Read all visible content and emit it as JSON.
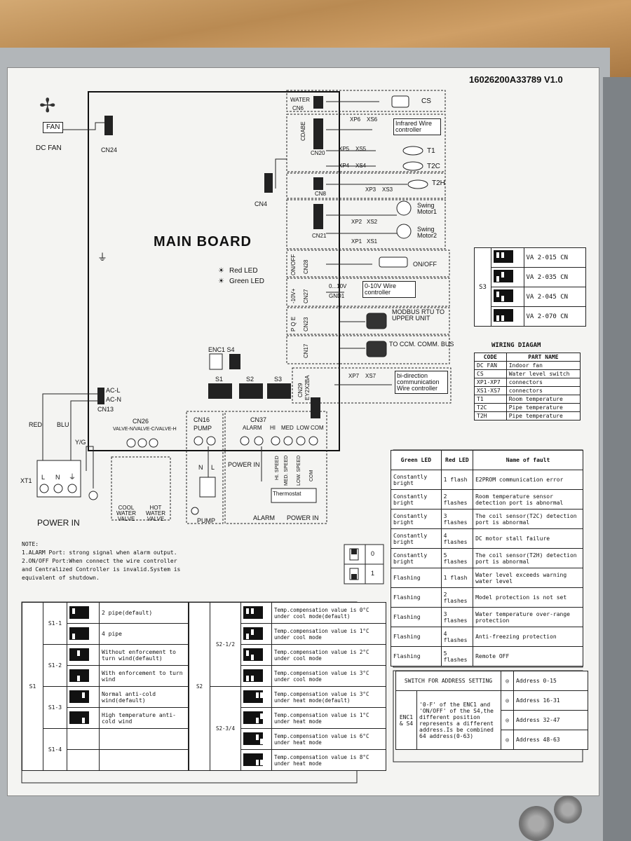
{
  "part_number": "16026200A33789 V1.0",
  "main_board": "MAIN BOARD",
  "fan": {
    "label": "FAN",
    "name": "DC FAN",
    "connector": "CN24"
  },
  "cn4": "CN4",
  "cn13": {
    "name": "CN13",
    "pins": [
      "AC-L",
      "AC-N"
    ]
  },
  "leds": [
    "Red LED",
    "Green LED"
  ],
  "enc_s4": "ENC1 S4",
  "switch_labels": [
    "S1",
    "S2",
    "S3"
  ],
  "right_connectors": {
    "cn6": {
      "label": "WATER",
      "name": "CN6",
      "target": "CS"
    },
    "cn20": {
      "vertical": "CDABE",
      "name": "CN20",
      "xp": "XP6",
      "xs": "XS6",
      "target": "Infrared Wire controller"
    },
    "t1": {
      "xp": "XP5",
      "xs": "XS5",
      "target": "T1"
    },
    "t2c": {
      "xp": "XP4",
      "xs": "XS4",
      "target": "T2C"
    },
    "cn8": {
      "name": "CN8",
      "xp": "XP3",
      "xs": "XS3",
      "target": "T2H"
    },
    "cn21": {
      "name": "CN21",
      "m1": "Swing Motor1",
      "m2": "Swing Motor2",
      "xp2": "XP2",
      "xs2": "XS2",
      "xp1": "XP1",
      "xs1": "XS1"
    },
    "cn28": {
      "vertical": "ON/OFF",
      "name": "CN28",
      "target": "ON/OFF"
    },
    "cn27": {
      "vertical": "-10V+",
      "name": "CN27",
      "range": "0...10V",
      "gnd": "GND1",
      "target": "0-10V Wire controller"
    },
    "cn23": {
      "vertical": "P Q E",
      "name": "CN23",
      "target": "MODBUS RTU TO UPPER UNIT"
    },
    "cn17": {
      "name": "CN17",
      "target": "TO CCM. COMM. BUS"
    },
    "cn29": {
      "vertical": "EY2X2BA",
      "name": "CN29",
      "xp": "XP7",
      "xs": "XS7",
      "target": "bi-direction communication Wire controller"
    }
  },
  "bottom": {
    "red": "RED",
    "blu": "BLU",
    "yg": "Y/G",
    "xt1": "XT1",
    "lne": [
      "L",
      "N",
      "⏚"
    ],
    "power_in": "POWER IN",
    "cn26": "CN26",
    "cn26_pins": "VALVE-N/VALVE-C/VALVE-H",
    "cool_valve": "COOL WATER VALVE",
    "hot_valve": "HOT WATER VALVE",
    "cn16": "CN16",
    "pump_label": "PUMP",
    "pump": "PUMP",
    "n": "N",
    "l": "L",
    "cn37": "CN37",
    "cn37_pins": [
      "ALARM",
      "HI",
      "MED",
      "LOW",
      "COM"
    ],
    "power_in_alarm": "POWER IN",
    "alarm": "ALARM",
    "speeds": [
      "HI. SPEED",
      "MED. SPEED",
      "LOW. SPEED",
      "COM"
    ],
    "thermostat": "Thermostat",
    "power_in_fan": "POWER IN"
  },
  "note": {
    "title": "NOTE:",
    "lines": [
      "1.ALARM Port: strong signal when alarm output.",
      "2.ON/OFF Port:When connect the wire controller",
      "and Centralized Controller is invalid.System is",
      "equivalent of shutdown."
    ]
  },
  "legend_01": [
    "0",
    "1"
  ],
  "s3_table": {
    "name": "S3",
    "rows": [
      "VA 2-015 CN",
      "VA 2-035 CN",
      "VA 2-045 CN",
      "VA 2-070 CN"
    ]
  },
  "wiring": {
    "title": "WIRING DIAGAM",
    "headers": [
      "CODE",
      "PART NAME"
    ],
    "rows": [
      [
        "DC FAN",
        "Indoor fan"
      ],
      [
        "CS",
        "Water level switch"
      ],
      [
        "XP1-XP7",
        "connectors"
      ],
      [
        "XS1-XS7",
        "connectors"
      ],
      [
        "T1",
        "Room temperature"
      ],
      [
        "T2C",
        "Pipe temperature"
      ],
      [
        "T2H",
        "Pipe temperature"
      ]
    ]
  },
  "faults": {
    "headers": [
      "Green LED",
      "Red LED",
      "Name of fault"
    ],
    "rows": [
      [
        "Constantly bright",
        "1 flash",
        "E2PROM communication error"
      ],
      [
        "Constantly bright",
        "2 flashes",
        "Room temperature sensor detection port is abnormal"
      ],
      [
        "Constantly bright",
        "3 flashes",
        "The coil sensor(T2C) detection port is abnormal"
      ],
      [
        "Constantly bright",
        "4 flashes",
        "DC motor stall failure"
      ],
      [
        "Constantly bright",
        "5 flashes",
        "The coil sensor(T2H) detection port is abnormal"
      ],
      [
        "Flashing",
        "1 flash",
        "Water level exceeds warning water level"
      ],
      [
        "Flashing",
        "2 flashes",
        "Model protection is not set"
      ],
      [
        "Flashing",
        "3 flashes",
        "Water temperature over-range protection"
      ],
      [
        "Flashing",
        "4 flashes",
        "Anti-freezing protection"
      ],
      [
        "Flashing",
        "5 flashes",
        "Remote OFF"
      ]
    ]
  },
  "s1_table": {
    "name": "S1",
    "groups": [
      {
        "sub": "S1-1",
        "rows": [
          "2 pipe(default)",
          "4 pipe"
        ]
      },
      {
        "sub": "S1-2",
        "rows": [
          "Without enforcement to turn wind(default)",
          "With enforcement to turn wind"
        ]
      },
      {
        "sub": "S1-3",
        "rows": [
          "Normal anti-cold wind(default)",
          "High temperature anti-cold wind"
        ]
      },
      {
        "sub": "S1-4",
        "rows": [
          "",
          ""
        ]
      }
    ]
  },
  "s2_table": {
    "name": "S2",
    "groups": [
      {
        "sub": "S2-1/2",
        "rows": [
          "Temp.compensation value is 0°C under cool mode(default)",
          "Temp.compensation value is 1°C under cool mode",
          "Temp.compensation value is 2°C under cool mode",
          "Temp.compensation value is 3°C under cool mode"
        ]
      },
      {
        "sub": "S2-3/4",
        "rows": [
          "Temp.compensation value is 3°C under heat mode(default)",
          "Temp.compensation value is 1°C under heat mode",
          "Temp.compensation value is 6°C under heat mode",
          "Temp.compensation value is 8°C under heat mode"
        ]
      }
    ]
  },
  "address": {
    "title": "SWITCH FOR ADDRESS SETTING",
    "name": "ENC1 & S4",
    "desc": "'0-F' of the ENC1 and 'ON/OFF' of the S4,the different position represents a different address.Is be combined 64 address(0-63)",
    "ranges": [
      "Address 0-15",
      "Address 16-31",
      "Address 32-47",
      "Address 48-63"
    ]
  }
}
